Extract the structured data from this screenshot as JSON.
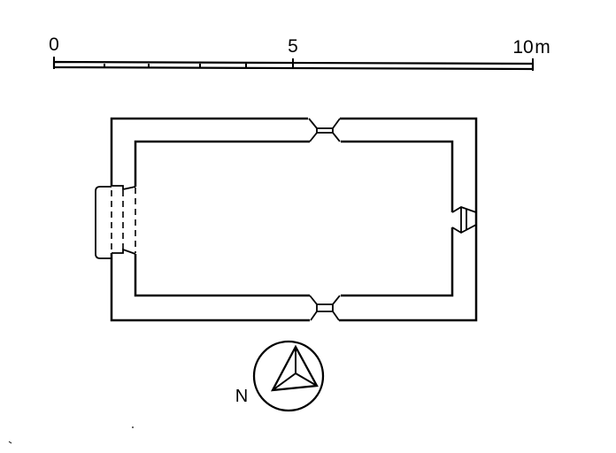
{
  "scale_bar": {
    "label_start": "0",
    "label_mid": "5",
    "label_end": "10",
    "unit": "m"
  },
  "north_arrow": {
    "label": "N"
  },
  "colors": {
    "ink": "#000000",
    "paper": "#ffffff"
  }
}
